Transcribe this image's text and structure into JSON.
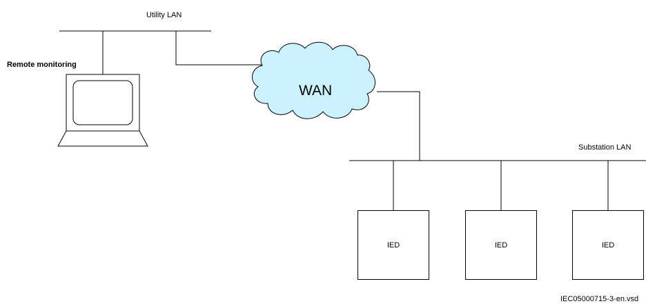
{
  "labels": {
    "utility_lan": "Utility LAN",
    "remote_monitoring": "Remote monitoring",
    "wan": "WAN",
    "substation_lan": "Substation LAN",
    "footer_id": "IEC05000715-3-en.vsd"
  },
  "ieds": [
    {
      "label": "IED"
    },
    {
      "label": "IED"
    },
    {
      "label": "IED"
    }
  ],
  "colors": {
    "cloud_fill": "#ccf2ff",
    "line": "#000000"
  }
}
